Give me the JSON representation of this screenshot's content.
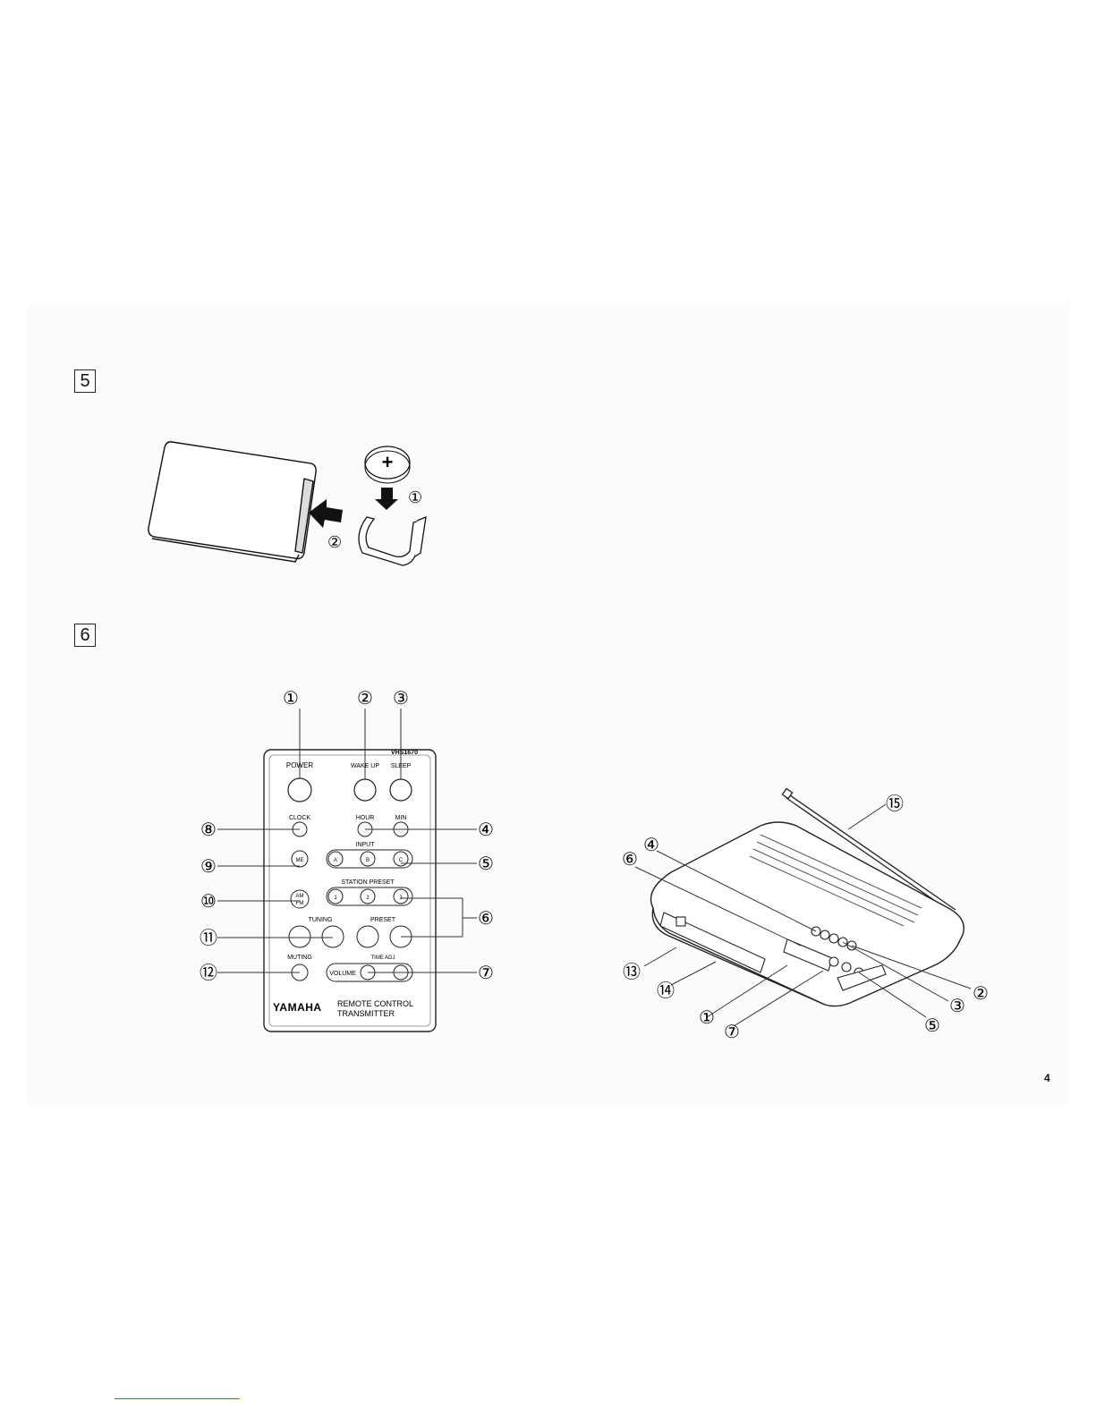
{
  "sections": {
    "s5": "5",
    "s6": "6"
  },
  "battery": {
    "plus": "+",
    "n1": "①",
    "n2": "②"
  },
  "remote": {
    "model": "VHS1670",
    "labels": {
      "power": "POWER",
      "wakeup": "WAKE UP",
      "sleep": "SLEEP",
      "clock": "CLOCK",
      "hour": "HOUR",
      "min": "MIN",
      "input": "INPUT",
      "me": "ME",
      "station_preset": "STATION PRESET",
      "am": "AM",
      "fm": "FM",
      "tuning": "TUNING",
      "preset": "PRESET",
      "muting": "MUTING",
      "time_adj": "TIME ADJ",
      "volume": "VOLUME",
      "in_a": "A",
      "in_b": "B",
      "in_c": "C",
      "st_1": "1",
      "st_2": "2",
      "st_3": "3"
    },
    "brand": "YAMAHA",
    "footer1": "REMOTE CONTROL",
    "footer2": "TRANSMITTER",
    "callouts": {
      "c1": "①",
      "c2": "②",
      "c3": "③",
      "c4": "④",
      "c5": "⑤",
      "c6": "⑥",
      "c7": "⑦",
      "c8": "⑧",
      "c9": "⑨",
      "c10": "⑩",
      "c11": "⑪",
      "c12": "⑫"
    }
  },
  "unit": {
    "callouts": {
      "c1": "①",
      "c2": "②",
      "c3": "③",
      "c4": "④",
      "c5": "⑤",
      "c6": "⑥",
      "c7": "⑦",
      "c13": "⑬",
      "c14": "⑭",
      "c15": "⑮"
    }
  },
  "page_number": "4"
}
